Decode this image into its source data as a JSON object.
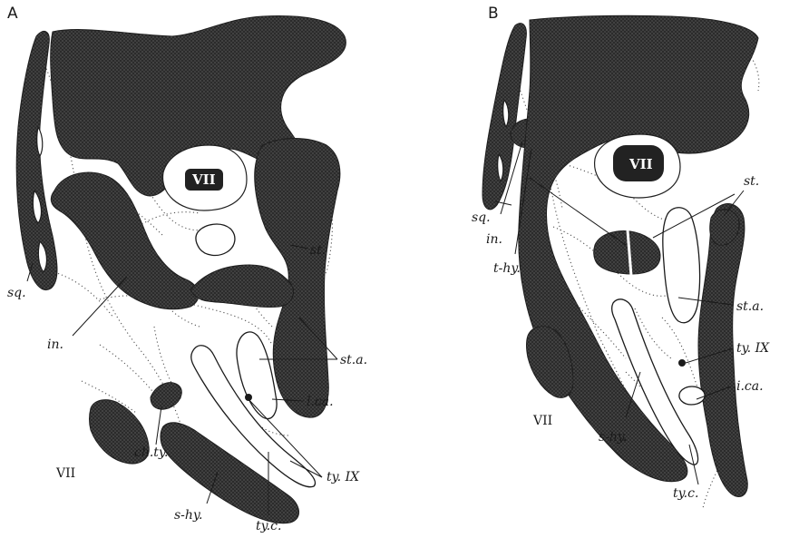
{
  "panels": [
    {
      "letter": "A",
      "labels": {
        "nerve_vii_center": "VII",
        "nerve_vii_lower": "VII",
        "sq": "sq.",
        "in": "in.",
        "st": "st.",
        "st_a": "st.a.",
        "i_ca": "i.ca.",
        "ty_ix": "ty. IX",
        "ch_ty": "ch.ty.",
        "s_hy": "s-hy.",
        "ty_c": "ty.c."
      }
    },
    {
      "letter": "B",
      "labels": {
        "nerve_vii_center": "VII",
        "nerve_vii_lower": "VII",
        "sq": "sq.",
        "in": "in.",
        "t_hy": "t-hy.",
        "st": "st.",
        "st_a": "st.a.",
        "ty_ix": "ty. IX",
        "i_ca": "i.ca.",
        "s_hy": "s-hy.",
        "ty_c": "ty.c."
      }
    }
  ],
  "colors": {
    "stipple_dark": "#2b2b2b",
    "stipple_dot": "#9a9a9a",
    "background": "#ffffff"
  }
}
